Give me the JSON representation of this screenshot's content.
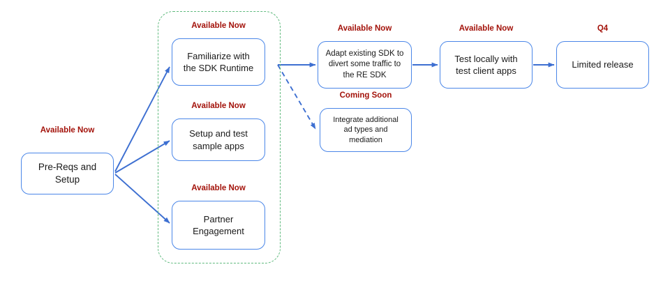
{
  "diagram": {
    "title": "SDK Runtime adoption roadmap flowchart",
    "colors": {
      "node_border": "#4a86e8",
      "arrow": "#3d6fd1",
      "status_label": "#a3120a",
      "group_border": "#5fba7d",
      "background": "#ffffff",
      "node_text": "#1a1a1a"
    },
    "group": {
      "name": "left-track-group",
      "style": "dashed-green-rounded"
    },
    "nodes": [
      {
        "id": "prereqs",
        "label": "Pre-Reqs and\nSetup",
        "status": "Available Now"
      },
      {
        "id": "familiarize",
        "label": "Familiarize with\nthe SDK Runtime",
        "status": "Available Now"
      },
      {
        "id": "setup-test",
        "label": "Setup and test\nsample apps",
        "status": "Available Now"
      },
      {
        "id": "partner",
        "label": "Partner\nEngagement",
        "status": "Available Now"
      },
      {
        "id": "adapt-sdk",
        "label": "Adapt existing SDK to\ndivert some traffic to\nthe RE SDK",
        "status": "Available Now"
      },
      {
        "id": "integrate-ads",
        "label": "Integrate additional\nad types and\nmediation",
        "status": "Coming Soon"
      },
      {
        "id": "test-locally",
        "label": "Test locally with\ntest client apps",
        "status": "Available Now"
      },
      {
        "id": "limited-rel",
        "label": "Limited release",
        "status": "Q4"
      }
    ],
    "edges": [
      {
        "from": "prereqs",
        "to": "familiarize",
        "style": "solid"
      },
      {
        "from": "prereqs",
        "to": "setup-test",
        "style": "solid"
      },
      {
        "from": "prereqs",
        "to": "partner",
        "style": "solid"
      },
      {
        "from": "group",
        "to": "adapt-sdk",
        "style": "solid"
      },
      {
        "from": "group",
        "to": "integrate-ads",
        "style": "dashed"
      },
      {
        "from": "adapt-sdk",
        "to": "test-locally",
        "style": "solid"
      },
      {
        "from": "test-locally",
        "to": "limited-rel",
        "style": "solid"
      }
    ]
  }
}
